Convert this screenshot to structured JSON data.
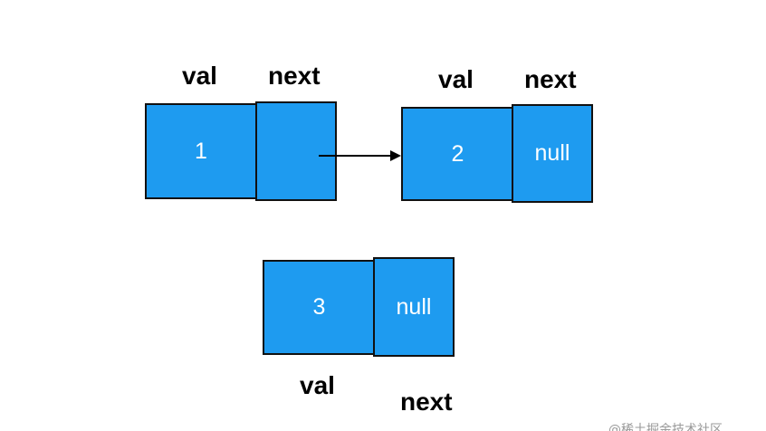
{
  "header_labels": {
    "node1_val": "val",
    "node1_next": "next",
    "node2_val": "val",
    "node2_next": "next",
    "node3_val": "val",
    "node3_next": "next"
  },
  "nodes": [
    {
      "val": "1",
      "next": ""
    },
    {
      "val": "2",
      "next": "null"
    },
    {
      "val": "3",
      "next": "null"
    }
  ],
  "colors": {
    "node_fill": "#1e9bf0",
    "node_border": "#111111",
    "arrow": "#000000"
  },
  "watermark": "@稀土掘金技术社区"
}
